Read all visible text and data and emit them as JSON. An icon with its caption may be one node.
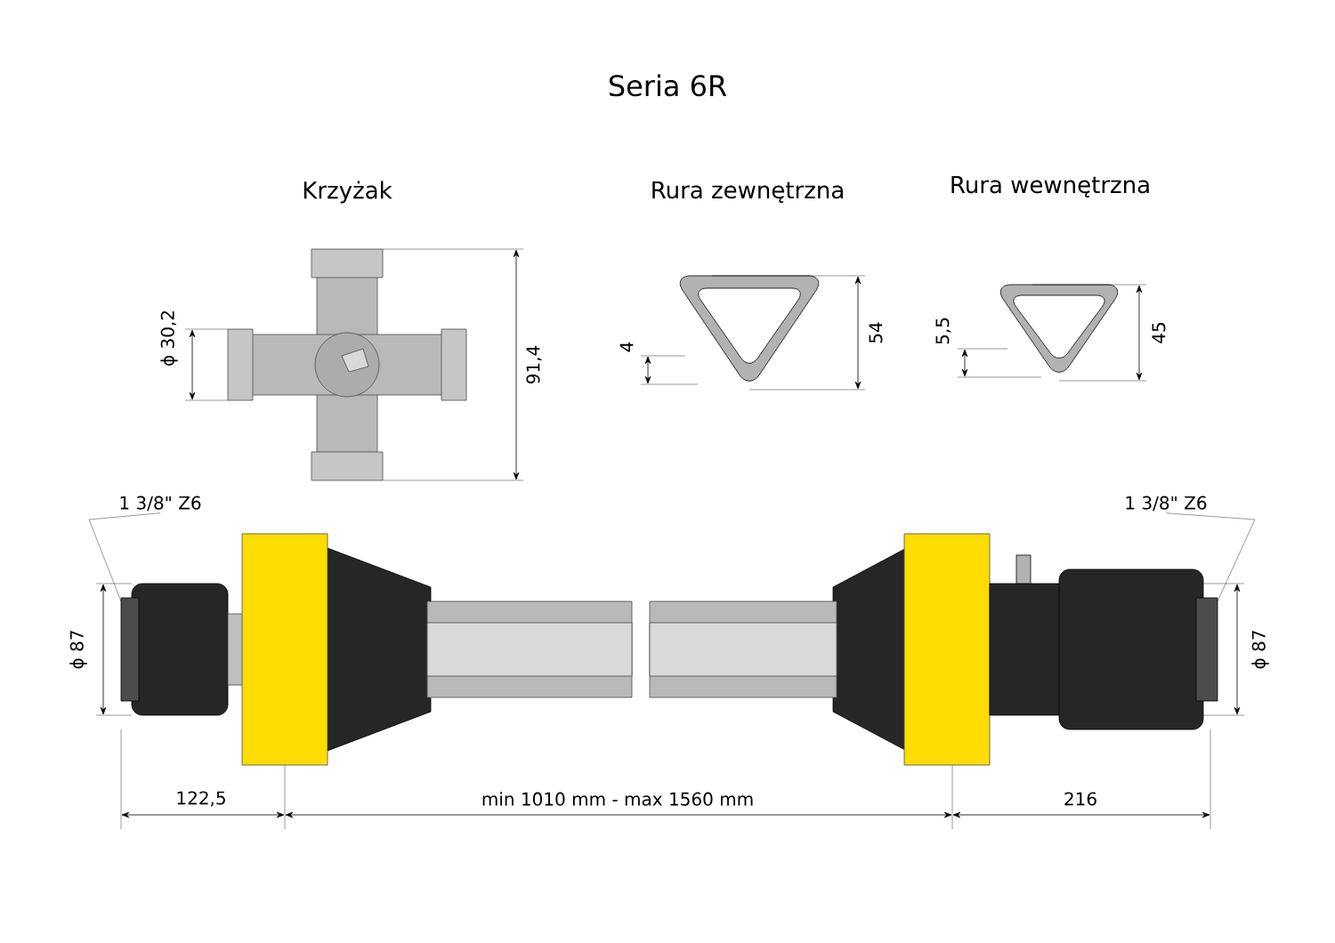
{
  "diagram": {
    "title": "Seria 6R",
    "nodes": [
      {
        "text": [
          "1 3/8\" Z6"
        ]
      },
      {
        "text": [
          "1 3/8\" Z6"
        ]
      }
    ],
    "edges": [
      {
        "from": 0,
        "to": null,
        "arrow": "none"
      },
      {
        "from": 1,
        "to": null,
        "arrow": "none"
      }
    ],
    "labels": [
      "Krzyżak",
      "Rura zewnętrzna",
      "Rura wewnętrzna",
      "ϕ 30,2",
      "91,4",
      "4",
      "54",
      "5,5",
      "45",
      "ϕ 87",
      "ϕ 87",
      "122,5",
      "min 1010 mm - max 1560 mm",
      "216"
    ]
  }
}
